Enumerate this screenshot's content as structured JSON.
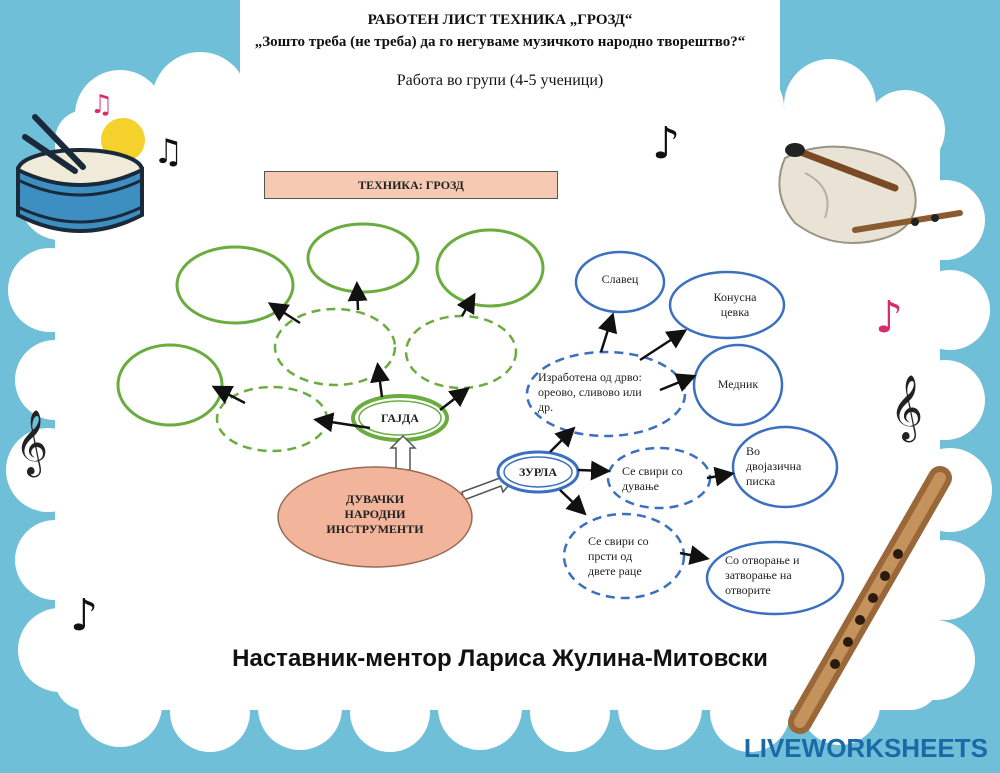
{
  "header": {
    "title": "РАБОТЕН ЛИСТ ТЕХНИКА „ГРОЗД“",
    "question": "„Зошто треба (не треба) да го негуваме музичкото народно творештво?“",
    "groups": "Работа во групи (4-5 ученици)"
  },
  "technique_label": "ТЕХНИКА: ГРОЗД",
  "diagram": {
    "center": "ДУВАЧКИ НАРОДНИ ИНСТРУМЕНТИ",
    "gajda": "ГАЈДА",
    "zurla": "ЗУРЛА",
    "zurla_branches": {
      "material": "Изработена од дрво: ореово, сливово или др.",
      "material_items": [
        "Славец",
        "Конусна цевка",
        "Медник"
      ],
      "blowing": "Се свири со дување",
      "blowing_result": "Во двојазична писка",
      "fingers": "Се свири со прсти од двете раце",
      "fingers_result": "Со отворање и затворање на отворите"
    }
  },
  "mentor": "Наставник-ментор Лариса Жулина-Митовски",
  "brand": "LIVEWORKSHEETS",
  "icons": [
    "drum-icon",
    "music-note-icon",
    "treble-clef-icon",
    "bagpipe-icon",
    "flute-icon"
  ],
  "colors": {
    "background": "#6fbfd8",
    "green": "#6aac3e",
    "blue": "#3b6fbf",
    "center_fill": "#f2b49a",
    "technique_fill": "#f6c9b3"
  }
}
